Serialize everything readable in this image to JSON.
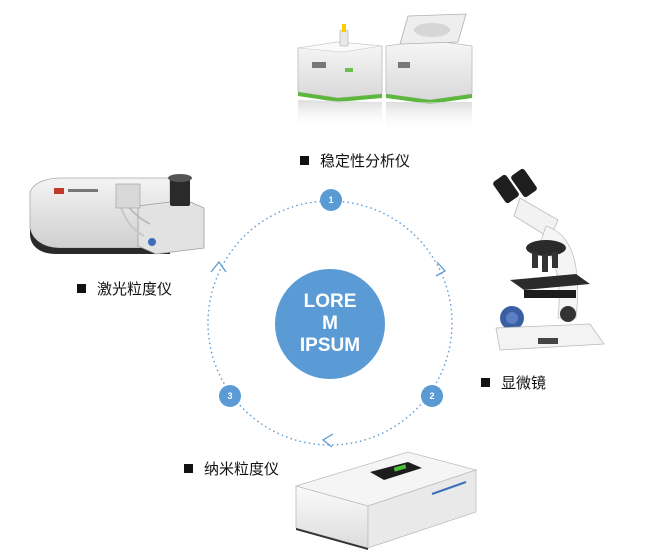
{
  "center": {
    "line1": "LORE",
    "line2": "M",
    "line3": "IPSUM"
  },
  "steps": [
    {
      "number": "1"
    },
    {
      "number": "2"
    },
    {
      "number": "3"
    }
  ],
  "instruments": [
    {
      "label": "稳定性分析仪",
      "icon": "stability-analyzer-image"
    },
    {
      "label": "显微镜",
      "icon": "microscope-image"
    },
    {
      "label": "纳米粒度仪",
      "icon": "nano-particle-sizer-image"
    },
    {
      "label": "激光粒度仪",
      "icon": "laser-particle-sizer-image"
    }
  ],
  "colors": {
    "accent": "#5b9bd5",
    "text": "#111111",
    "background": "#ffffff"
  }
}
